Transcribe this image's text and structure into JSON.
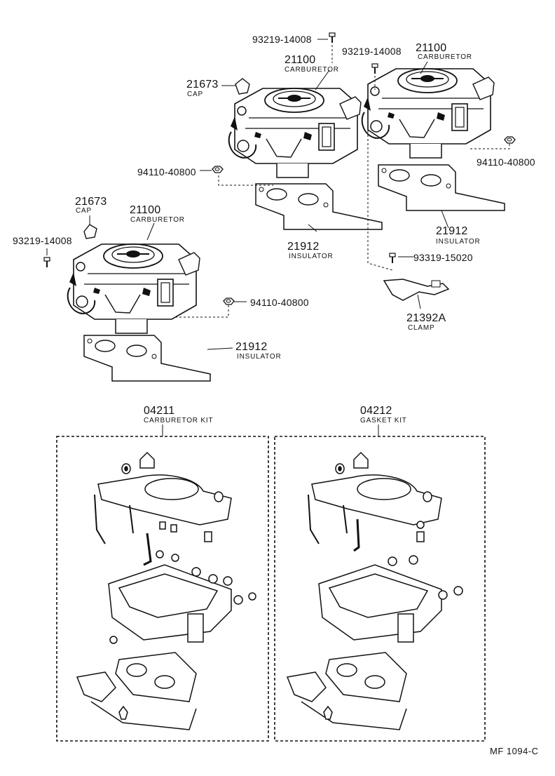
{
  "diagram": {
    "code": "MF 1094-C",
    "parts": {
      "bolt_top": "93219-14008",
      "bolt_mid": "93219-14008",
      "carb_top_right_no": "21100",
      "carb_top_right_name": "CARBURETOR",
      "carb_top_left_no": "21100",
      "carb_top_left_name": "CARBURETOR",
      "cap_top_no": "21673",
      "cap_top_name": "CAP",
      "nut_top_left": "94110-40800",
      "nut_top_right": "94110-40800",
      "ins_top_right_no": "21912",
      "ins_top_right_name": "INSULATOR",
      "ins_top_left_no": "21912",
      "ins_top_left_name": "INSULATOR",
      "bolt_clamp": "93319-15020",
      "clamp_no": "21392A",
      "clamp_name": "CLAMP",
      "cap_left_no": "21673",
      "cap_left_name": "CAP",
      "bolt_left": "93219-14008",
      "carb_left_no": "21100",
      "carb_left_name": "CARBURETOR",
      "nut_left": "94110-40800",
      "ins_left_no": "21912",
      "ins_left_name": "INSULATOR",
      "kit1_no": "04211",
      "kit1_name": "CARBURETOR KIT",
      "kit2_no": "04212",
      "kit2_name": "GASKET KIT"
    }
  }
}
